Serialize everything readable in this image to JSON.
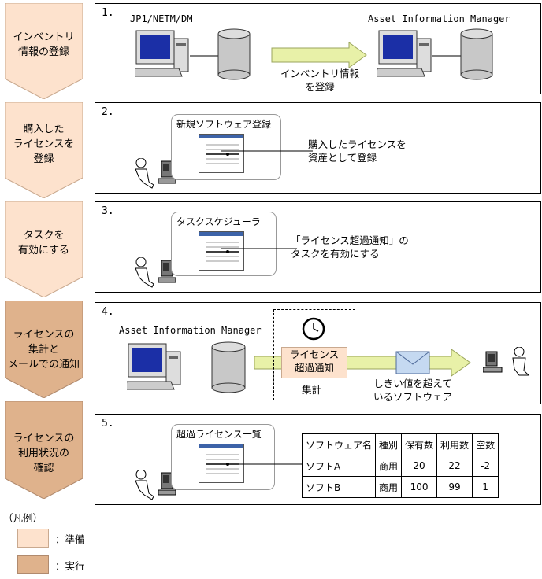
{
  "colors": {
    "prep": "#fde2cd",
    "exec": "#dfb28c",
    "arrow": "#e8f1a8",
    "envelope": "#c5d9f1",
    "highlight": "#fde2cd"
  },
  "steps": [
    {
      "label": "インベントリ\n情報の登録",
      "kind": "prep"
    },
    {
      "label": "購入した\nライセンスを\n登録",
      "kind": "prep"
    },
    {
      "label": "タスクを\n有効にする",
      "kind": "prep"
    },
    {
      "label": "ライセンスの\n集計と\nメールでの通知",
      "kind": "exec"
    },
    {
      "label": "ライセンスの\n利用状況の\n確認",
      "kind": "exec"
    }
  ],
  "panel1": {
    "num": "1.",
    "left_title": "JP1/NETM/DM",
    "right_title": "Asset Information Manager",
    "arrow_text": "インベントリ情報\nを登録"
  },
  "panel2": {
    "num": "2.",
    "window_title": "新規ソフトウェア登録",
    "note": "購入したライセンスを\n資産として登録"
  },
  "panel3": {
    "num": "3.",
    "window_title": "タスクスケジューラ",
    "note": "「ライセンス超過通知」の\nタスクを有効にする"
  },
  "panel4": {
    "num": "4.",
    "title": "Asset Information Manager",
    "box_label": "ライセンス\n超過通知",
    "group_label": "集計",
    "mail_text": "しきい値を超えて\nいるソフトウェア"
  },
  "panel5": {
    "num": "5.",
    "window_title": "超過ライセンス一覧",
    "table": {
      "headers": [
        "ソフトウェア名",
        "種別",
        "保有数",
        "利用数",
        "空数"
      ],
      "rows": [
        [
          "ソフトA",
          "商用",
          "20",
          "22",
          "-2"
        ],
        [
          "ソフトB",
          "商用",
          "100",
          "99",
          "1"
        ]
      ]
    }
  },
  "legend": {
    "title": "（凡例）",
    "prep": "：準備",
    "exec": "：実行"
  }
}
